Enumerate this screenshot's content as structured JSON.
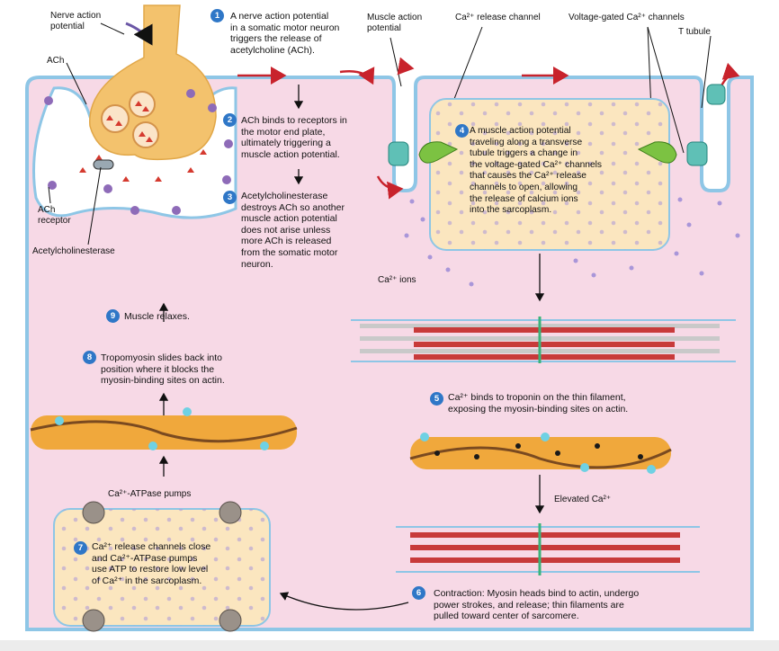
{
  "labels": {
    "nerve_action_potential": "Nerve action\npotential",
    "ach": "ACh",
    "ach_receptor": "ACh\nreceptor",
    "acetylcholinesterase": "Acetylcholinesterase",
    "muscle_action_potential": "Muscle action\npotential",
    "ca_release_channel": "Ca²⁺ release channel",
    "voltage_gated_channels": "Voltage-gated Ca²⁺ channels",
    "t_tubule": "T tubule",
    "ca_ions": "Ca²⁺ ions",
    "elevated_ca": "Elevated Ca²⁺",
    "ca_atpase_pumps": "Ca²⁺-ATPase pumps"
  },
  "steps": [
    {
      "n": "1",
      "text": "A nerve action potential\nin a somatic motor neuron\ntriggers the release of\nacetylcholine (ACh)."
    },
    {
      "n": "2",
      "text": "ACh binds to receptors in\nthe motor end plate,\nultimately triggering a\nmuscle action potential."
    },
    {
      "n": "3",
      "text": "Acetylcholinesterase\ndestroys ACh so another\nmuscle action potential\ndoes not arise unless\nmore ACh is released\nfrom the somatic motor\nneuron."
    },
    {
      "n": "4",
      "text": "A muscle action potential\ntraveling along a transverse\ntubule triggers a change in\nthe voltage-gated Ca²⁺ channels\nthat causes the Ca²⁺ release\nchannels to open, allowing\nthe release of calcium ions\ninto the sarcoplasm."
    },
    {
      "n": "5",
      "text": "Ca²⁺ binds to troponin on the thin filament,\nexposing the myosin-binding sites on actin."
    },
    {
      "n": "6",
      "text": "Contraction: Myosin heads bind to actin, undergo\npower strokes, and release; thin filaments are\npulled toward center of sarcomere."
    },
    {
      "n": "7",
      "text": "Ca²⁺ release channels close\nand Ca²⁺-ATPase pumps\nuse ATP to restore low level\nof Ca²⁺ in the sarcoplasm."
    },
    {
      "n": "8",
      "text": "Tropomyosin slides back into\nposition where it blocks the\nmyosin-binding sites on actin."
    },
    {
      "n": "9",
      "text": "Muscle relaxes."
    }
  ],
  "colors": {
    "cytoplasm": "#f7d9e6",
    "membrane": "#8ec6e6",
    "neuron": "#f3c26d",
    "sarcoplasmic_reticulum": "#fbe6bf",
    "arrow_red": "#c8232c",
    "step_badge": "#2f77c7",
    "calcium": "#9b8ed6"
  }
}
